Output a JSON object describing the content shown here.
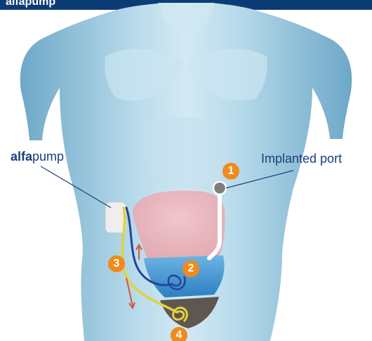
{
  "header": {
    "title": "alfapump"
  },
  "labels": {
    "pump_bold": "alfa",
    "pump_regular": "pump",
    "port": "Implanted port"
  },
  "badges": [
    "1",
    "2",
    "3",
    "4"
  ],
  "colors": {
    "header": "#0c3c76",
    "body_skin": "#a9cfe3",
    "badge": "#f08a1c",
    "label_text": "#1a3f7a",
    "peritoneal_fluid": "#3b8fd0",
    "bladder": "#5f564f",
    "abdomen_tint": "#e9b5bb",
    "pump_catheter_yellow": "#e3d23a",
    "pump_catheter_blue": "#24439b",
    "flow_arrow": "#d8553a"
  }
}
